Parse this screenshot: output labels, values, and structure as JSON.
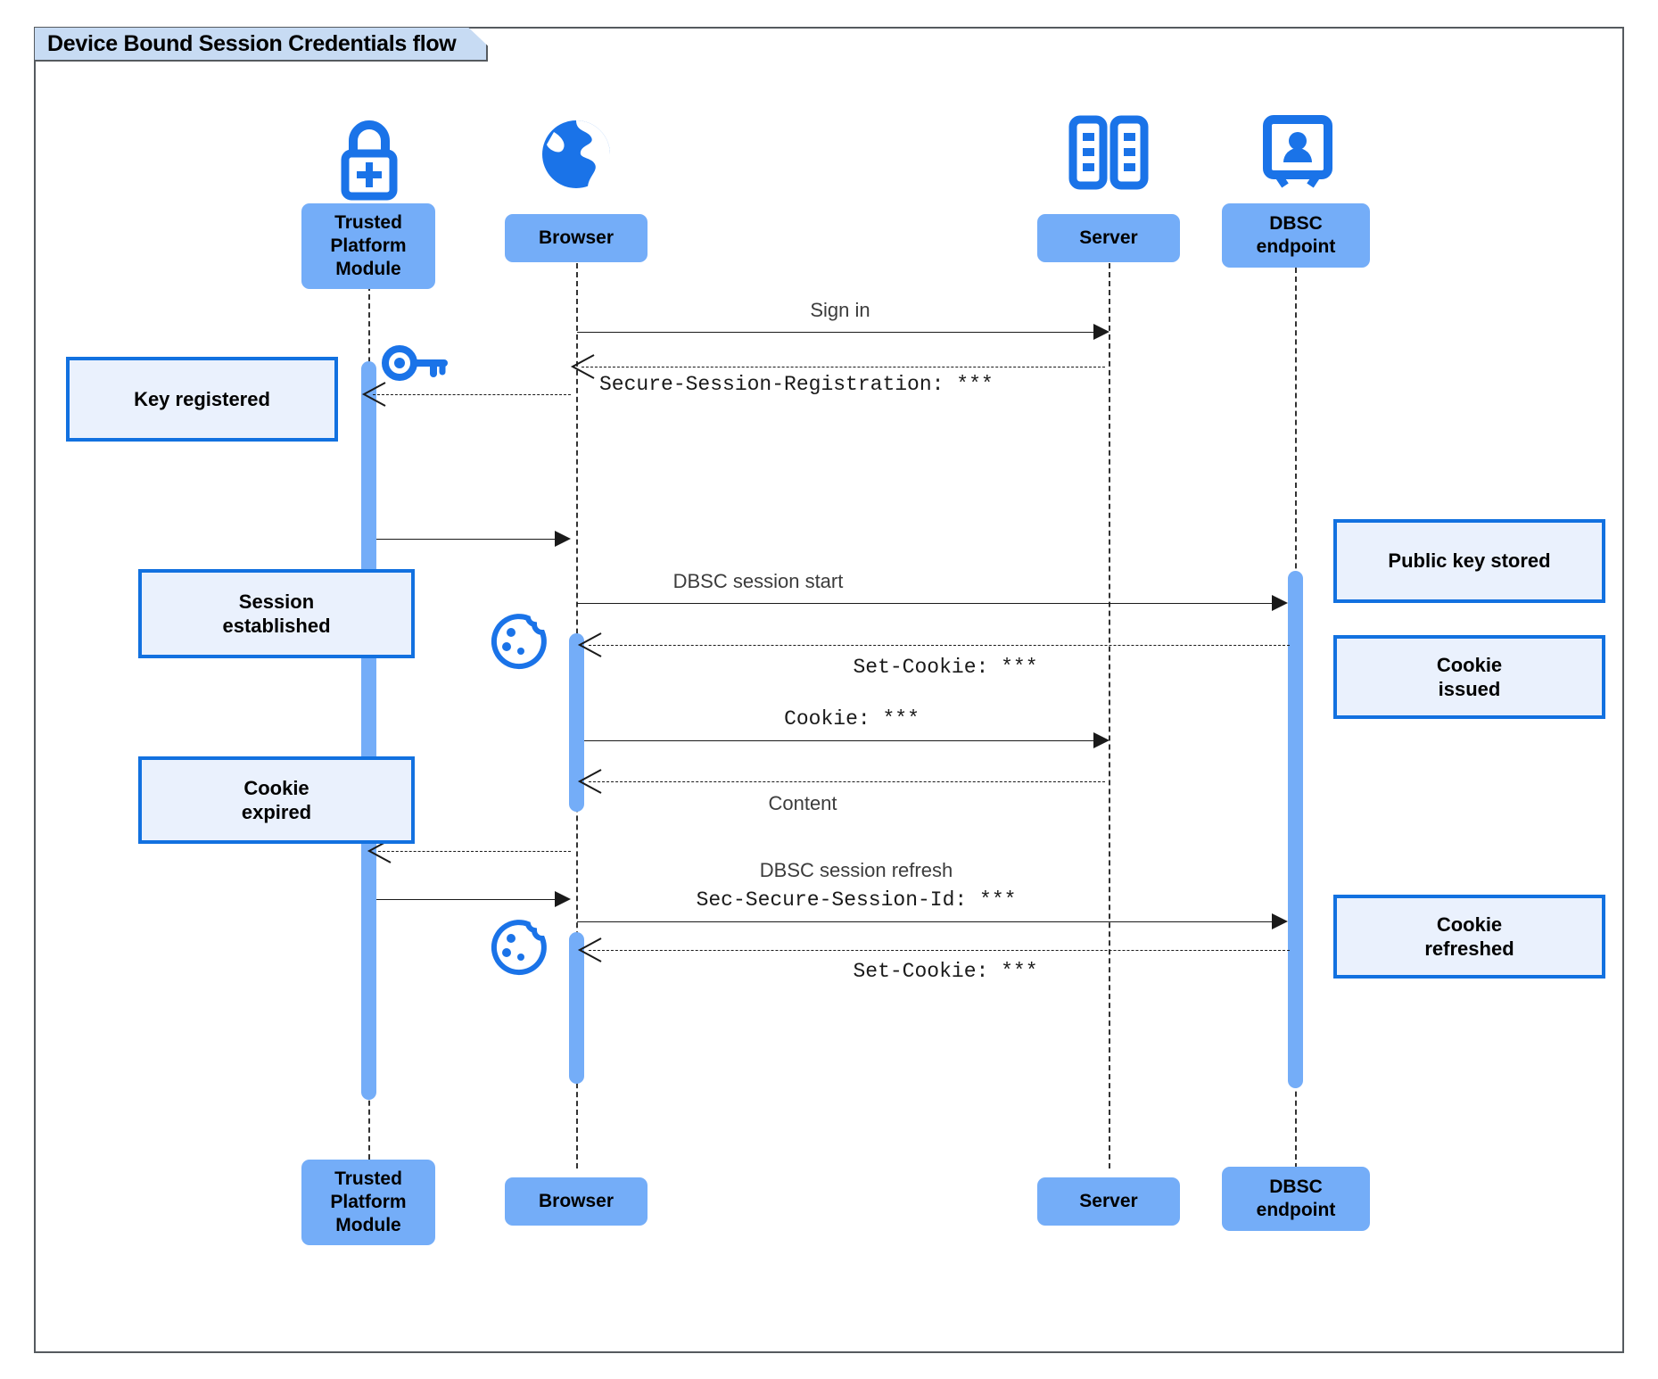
{
  "diagram": {
    "title": "Device Bound Session Credentials flow",
    "type": "uml-sequence-diagram",
    "colors": {
      "participant_fill": "#74adf8",
      "note_fill": "#eaf1fd",
      "note_border": "#1271e0",
      "icon_blue": "#1a73e8",
      "frame_border": "#555a5f",
      "title_tab_fill": "#c7dbf3",
      "line": "#1a1a1a"
    }
  },
  "participants": [
    {
      "id": "tpm",
      "label": "Trusted\nPlatform\nModule",
      "icon": "lock-plus-icon"
    },
    {
      "id": "browser",
      "label": "Browser",
      "icon": "globe-icon"
    },
    {
      "id": "server",
      "label": "Server",
      "icon": "server-racks-icon"
    },
    {
      "id": "dbsc",
      "label": "DBSC\nendpoint",
      "icon": "id-badge-icon"
    }
  ],
  "participants_bottom": [
    {
      "id": "tpm",
      "label": "Trusted\nPlatform\nModule"
    },
    {
      "id": "browser",
      "label": "Browser"
    },
    {
      "id": "server",
      "label": "Server"
    },
    {
      "id": "dbsc",
      "label": "DBSC\nendpoint"
    }
  ],
  "messages": [
    {
      "id": "m1",
      "text": "Sign in",
      "style": "sans",
      "from": "browser",
      "to": "server",
      "arrow": "solid"
    },
    {
      "id": "m2",
      "text": "Secure-Session-Registration: ***",
      "style": "mono",
      "from": "server",
      "to": "browser",
      "arrow": "dashed"
    },
    {
      "id": "m3",
      "text": "",
      "style": "sans",
      "from": "tpm",
      "to": "browser",
      "arrow": "solid"
    },
    {
      "id": "m4",
      "text": "DBSC session start",
      "style": "sans",
      "from": "browser",
      "to": "dbsc",
      "arrow": "solid"
    },
    {
      "id": "m5",
      "text": "Set-Cookie: ***",
      "style": "mono",
      "from": "dbsc",
      "to": "browser",
      "arrow": "dashed"
    },
    {
      "id": "m6",
      "text": "Cookie: ***",
      "style": "mono",
      "from": "browser",
      "to": "server",
      "arrow": "solid"
    },
    {
      "id": "m7",
      "text": "Content",
      "style": "sans",
      "from": "server",
      "to": "browser",
      "arrow": "dashed"
    },
    {
      "id": "m8",
      "text": "",
      "style": "sans",
      "from": "browser",
      "to": "tpm",
      "arrow": "dashed"
    },
    {
      "id": "m9a",
      "text": "DBSC session refresh",
      "style": "sans",
      "from": "tpm",
      "to": "dbsc",
      "arrow": "solid"
    },
    {
      "id": "m9b",
      "text": "Sec-Secure-Session-Id: ***",
      "style": "mono",
      "from": "browser",
      "to": "dbsc",
      "arrow": "solid"
    },
    {
      "id": "m10",
      "text": "Set-Cookie: ***",
      "style": "mono",
      "from": "dbsc",
      "to": "browser",
      "arrow": "dashed"
    }
  ],
  "notes_left": [
    {
      "id": "n1",
      "text": "Key registered"
    },
    {
      "id": "n2",
      "text": "Session\nestablished"
    },
    {
      "id": "n3",
      "text": "Cookie\nexpired"
    }
  ],
  "notes_right": [
    {
      "id": "n4",
      "text": "Public key stored"
    },
    {
      "id": "n5",
      "text": "Cookie\nissued"
    },
    {
      "id": "n6",
      "text": "Cookie\nrefreshed"
    }
  ],
  "inline_icons": [
    {
      "id": "key",
      "name": "key-icon"
    },
    {
      "id": "cookie1",
      "name": "cookie-icon"
    },
    {
      "id": "cookie2",
      "name": "cookie-icon"
    }
  ]
}
